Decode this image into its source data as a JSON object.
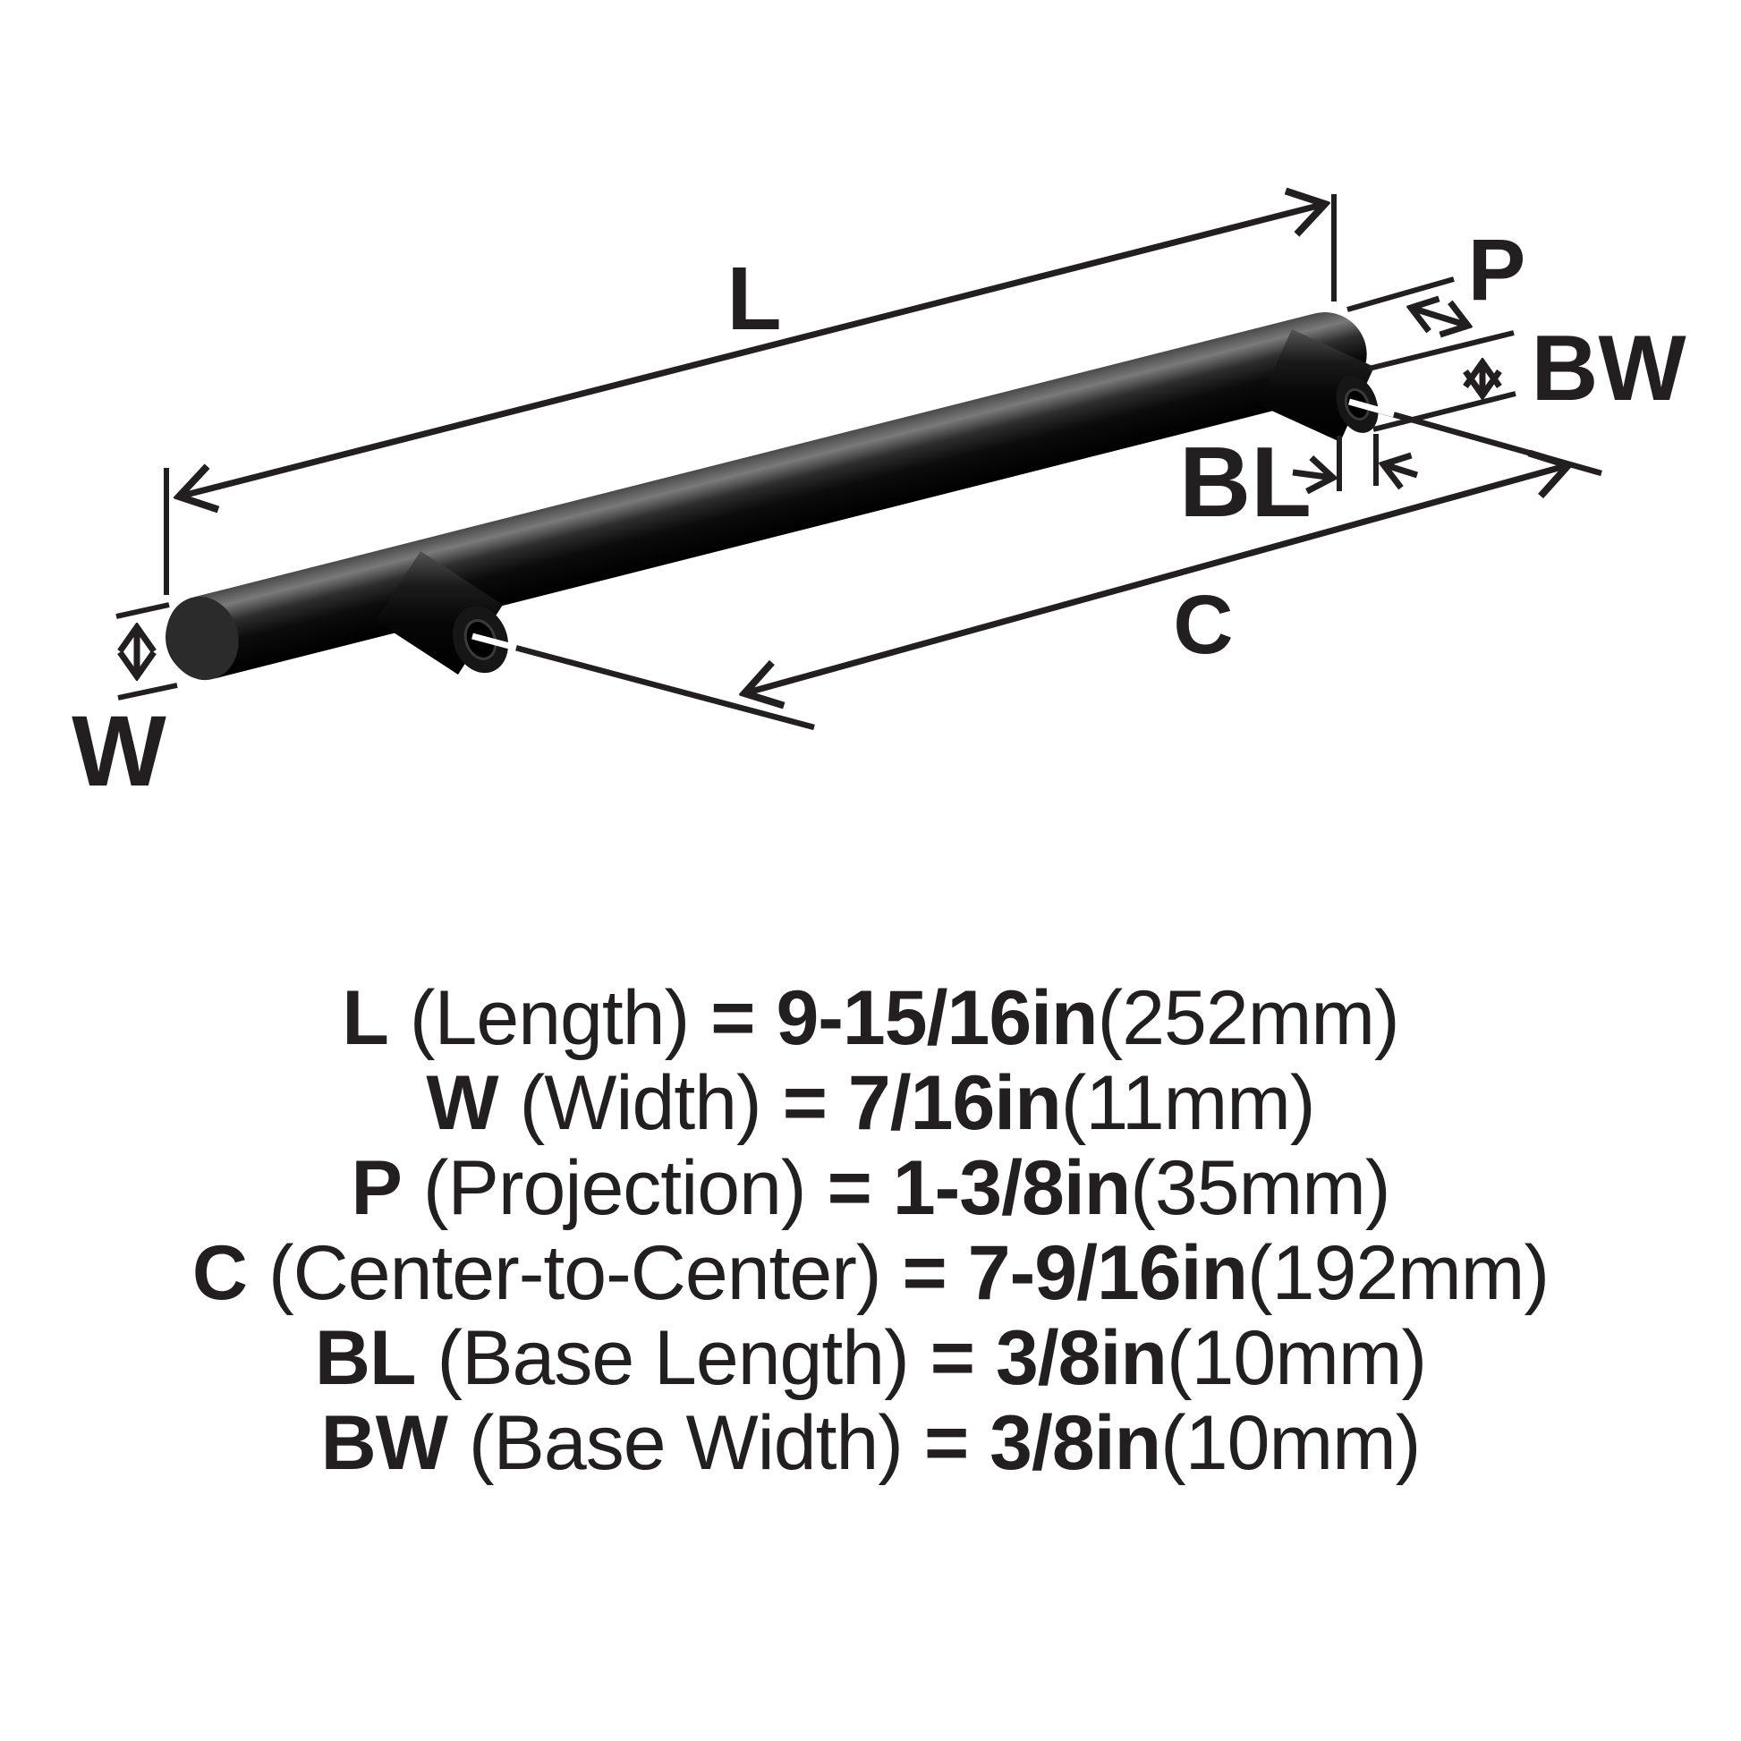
{
  "diagram": {
    "labels": {
      "length": "L",
      "width": "W",
      "projection": "P",
      "base_width": "BW",
      "base_length": "BL",
      "center_to_center": "C"
    },
    "colors": {
      "background": "#ffffff",
      "ink": "#231f20",
      "handle_black": "#0a0a0a",
      "screw_axis_highlight": "#ffffff"
    }
  },
  "specs": [
    {
      "symbol": "L",
      "name": "(Length)",
      "equals": "=",
      "imperial": "9-15/16in",
      "metric": "(252mm)"
    },
    {
      "symbol": "W",
      "name": "(Width)",
      "equals": "=",
      "imperial": "7/16in",
      "metric": "(11mm)"
    },
    {
      "symbol": "P",
      "name": "(Projection)",
      "equals": "=",
      "imperial": "1-3/8in",
      "metric": "(35mm)"
    },
    {
      "symbol": "C",
      "name": "(Center-to-Center)",
      "equals": "=",
      "imperial": "7-9/16in",
      "metric": "(192mm)"
    },
    {
      "symbol": "BL",
      "name": "(Base Length)",
      "equals": "=",
      "imperial": "3/8in",
      "metric": "(10mm)"
    },
    {
      "symbol": "BW",
      "name": "(Base Width)",
      "equals": "=",
      "imperial": "3/8in",
      "metric": "(10mm)"
    }
  ]
}
